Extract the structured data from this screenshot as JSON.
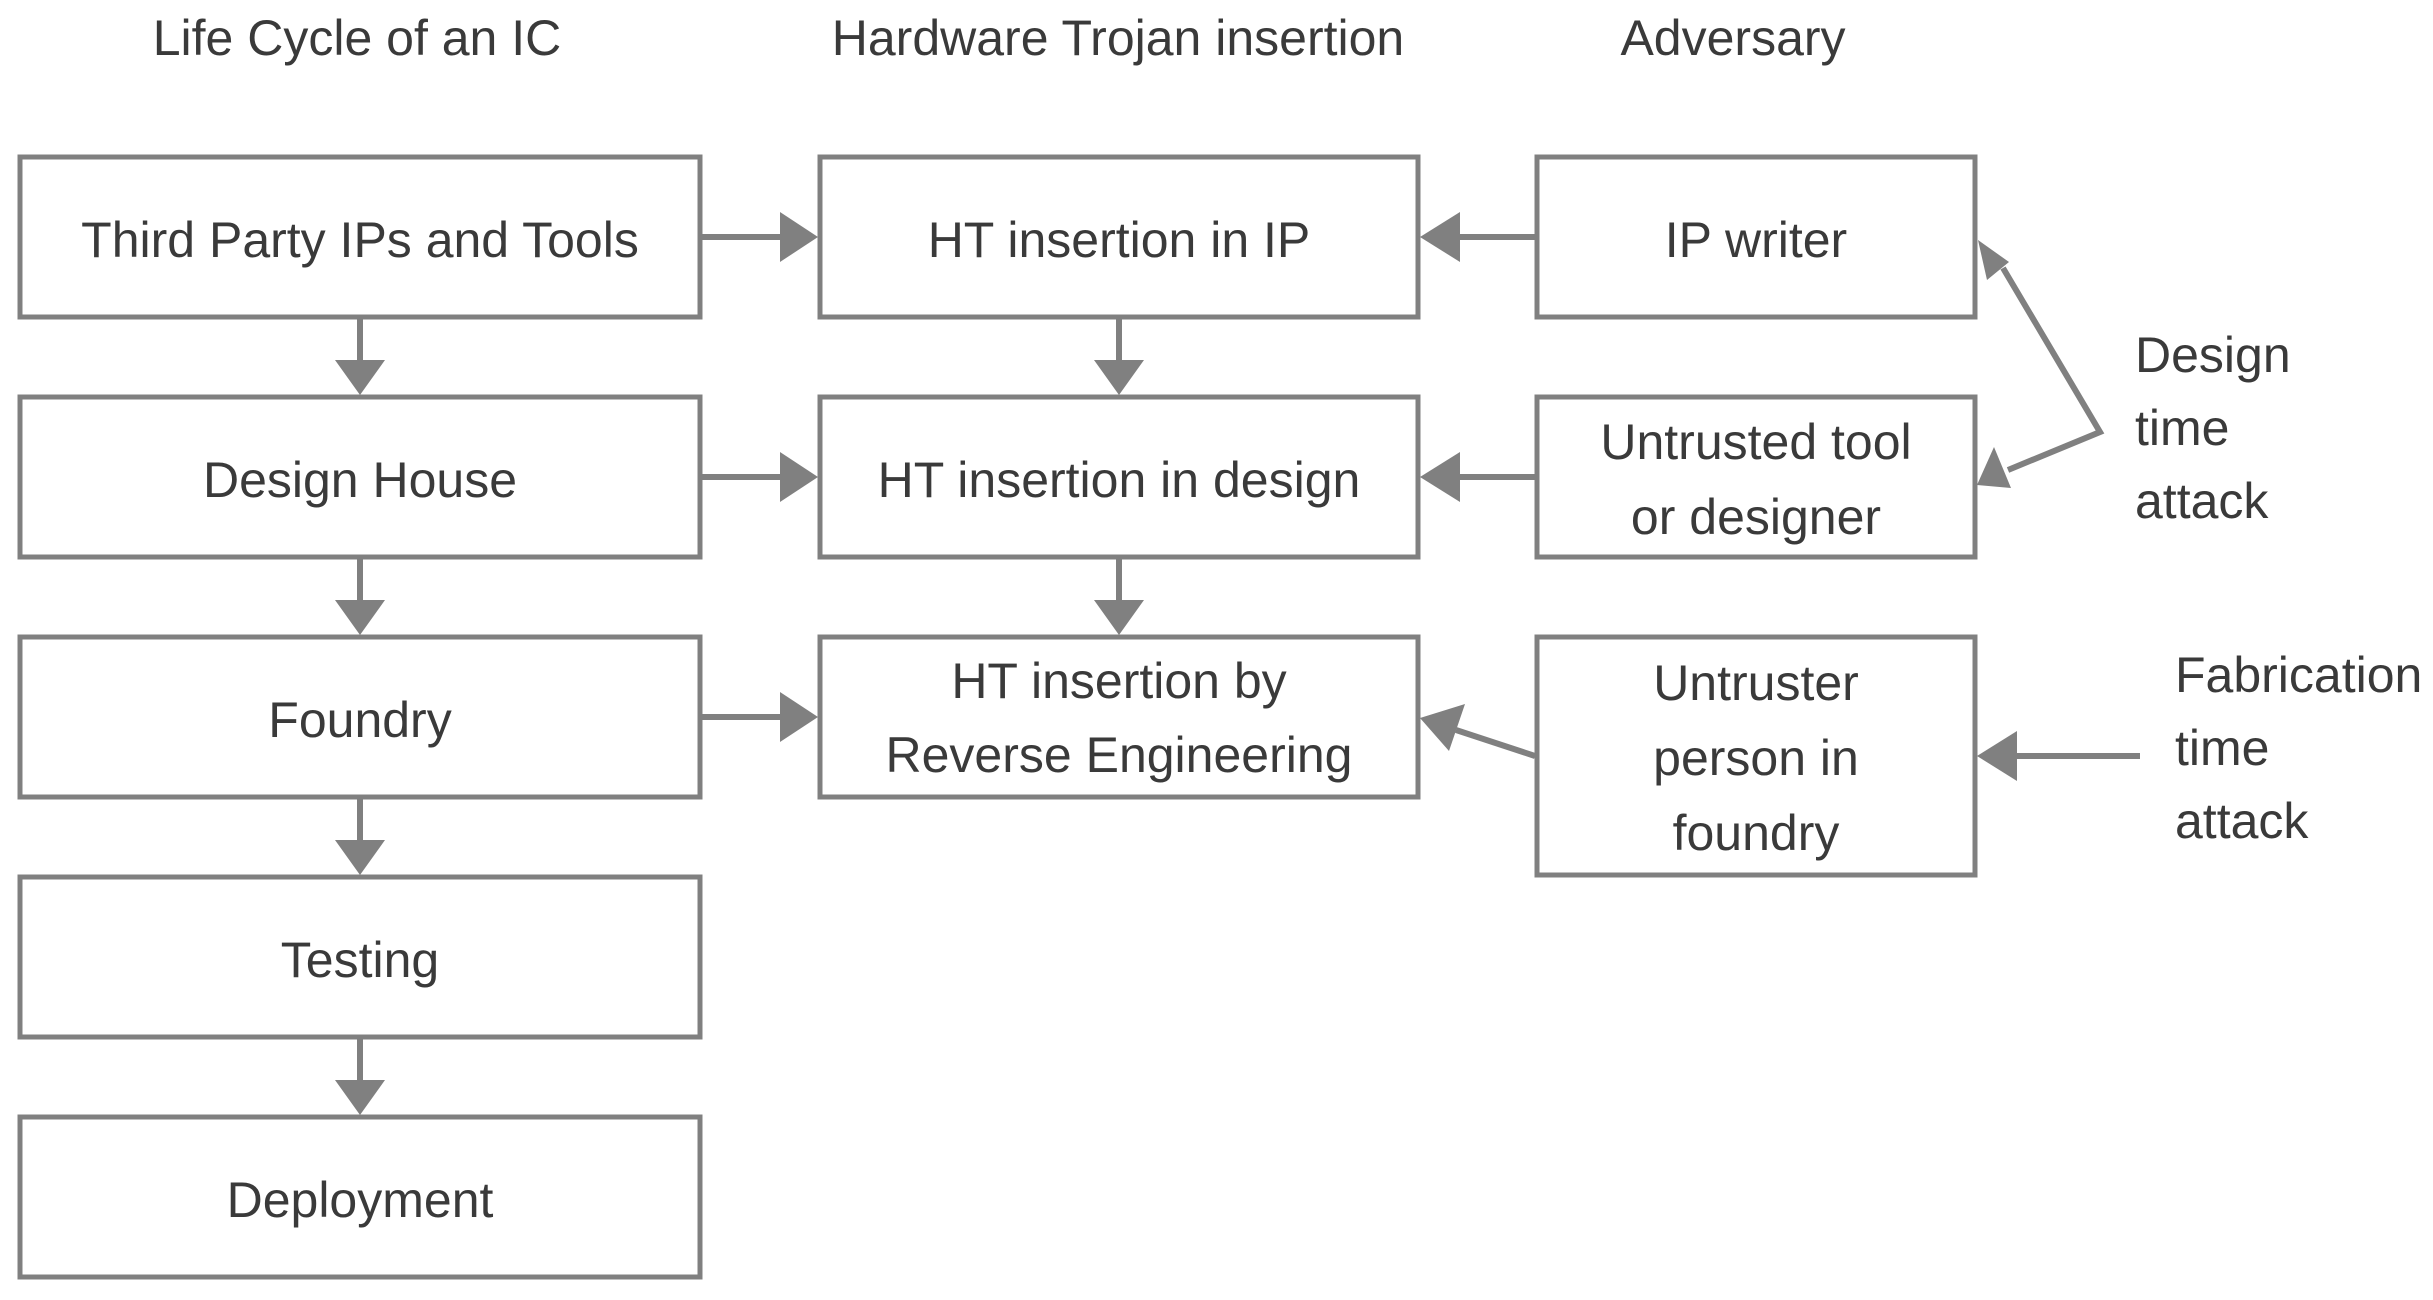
{
  "headers": {
    "lifecycle": "Life Cycle of an IC",
    "insertion": "Hardware Trojan insertion",
    "adversary": "Adversary"
  },
  "lifecycle": {
    "third_party": "Third Party IPs and Tools",
    "design_house": "Design House",
    "foundry": "Foundry",
    "testing": "Testing",
    "deployment": "Deployment"
  },
  "insertion": {
    "ip": "HT insertion in IP",
    "design": "HT insertion in design",
    "re_line1": "HT insertion by",
    "re_line2": "Reverse Engineering"
  },
  "adversary": {
    "ip_writer": "IP writer",
    "tool_line1": "Untrusted tool",
    "tool_line2": "or designer",
    "person_line1": "Untruster",
    "person_line2": "person in",
    "person_line3": "foundry"
  },
  "attacks": {
    "design_line1": "Design",
    "design_line2": "time",
    "design_line3": "attack",
    "fab_line1": "Fabrication",
    "fab_line2": "time",
    "fab_line3": "attack"
  }
}
